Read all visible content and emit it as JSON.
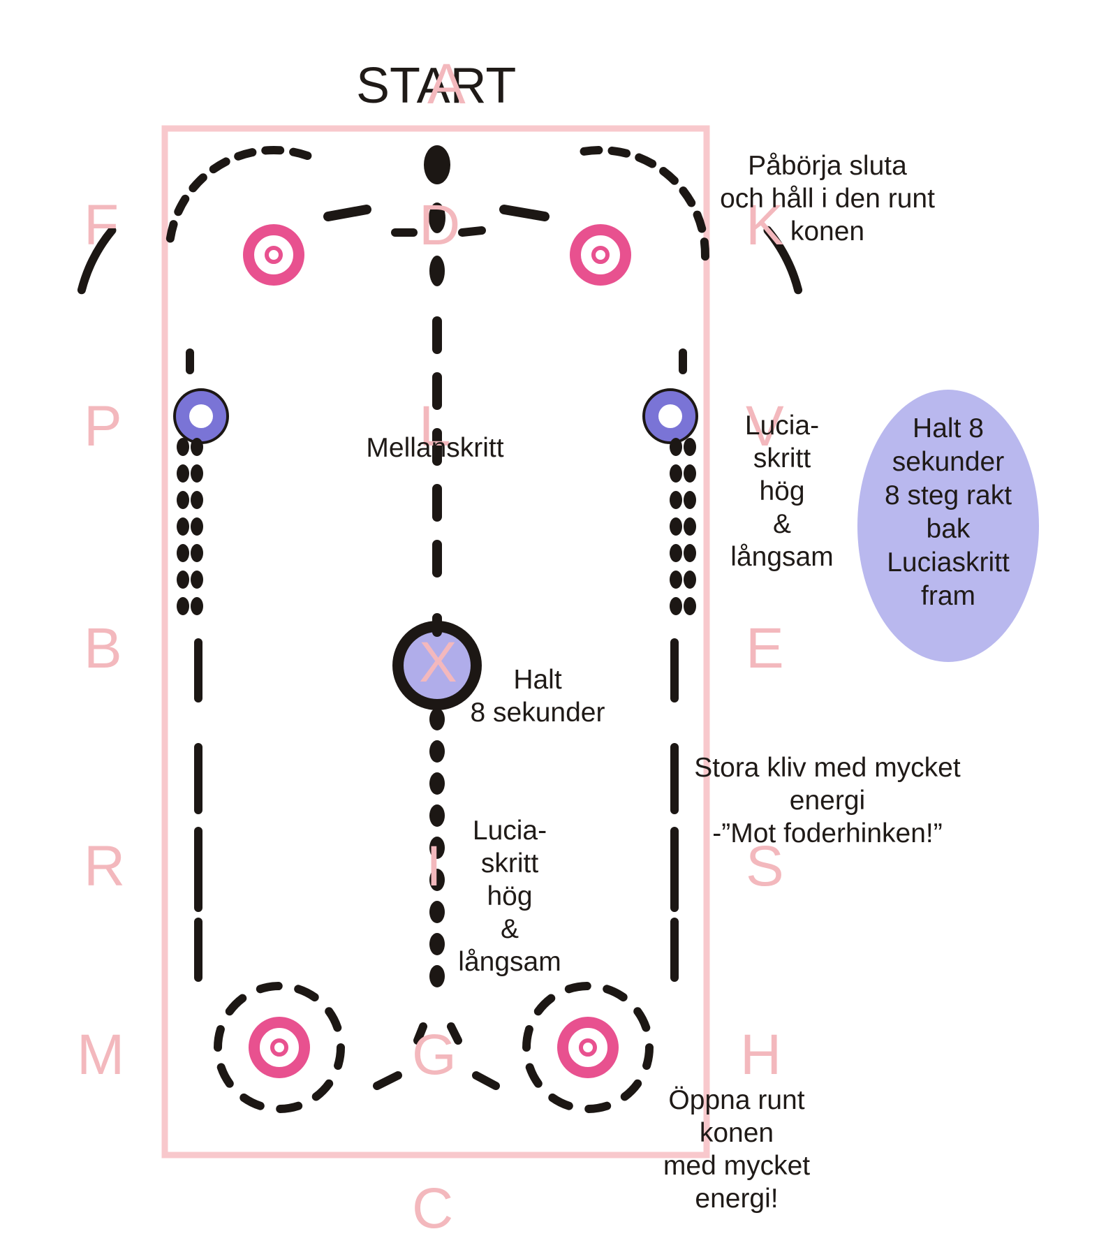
{
  "start_label": "START",
  "arena_letters": {
    "A": "A",
    "F": "F",
    "K": "K",
    "D": "D",
    "P": "P",
    "L": "L",
    "V": "V",
    "B": "B",
    "X": "X",
    "E": "E",
    "R": "R",
    "I": "I",
    "S": "S",
    "M": "M",
    "G": "G",
    "H": "H",
    "C": "C"
  },
  "notes": {
    "top_right": [
      "Påbörja sluta",
      "och håll i den runt",
      "konen"
    ],
    "mellanskritt": "Mellanskritt",
    "right_lucia": [
      "Lucia-",
      "skritt",
      "hög",
      "&",
      "långsam"
    ],
    "ellipse": [
      "Halt 8",
      "sekunder",
      "8 steg rakt",
      "bak",
      "Luciaskritt",
      "fram"
    ],
    "halt_center": [
      "Halt",
      "8 sekunder"
    ],
    "right_stora": [
      "Stora kliv med mycket",
      "energi",
      "-”Mot foderhinken!”"
    ],
    "center_lucia": [
      "Lucia-",
      "skritt",
      "hög",
      "&",
      "långsam"
    ],
    "bottom_right": [
      "Öppna runt",
      "konen",
      "med mycket",
      "energi!"
    ]
  },
  "colors": {
    "arena_outline": "#f8c8cc",
    "arena_letters": "#f3b8bd",
    "path_stroke": "#1c1714",
    "pink_cone": "#e8518f",
    "blue_cone": "#7a74d6",
    "center_fill": "#b0adea",
    "ellipse_fill": "#b9b8ee"
  }
}
